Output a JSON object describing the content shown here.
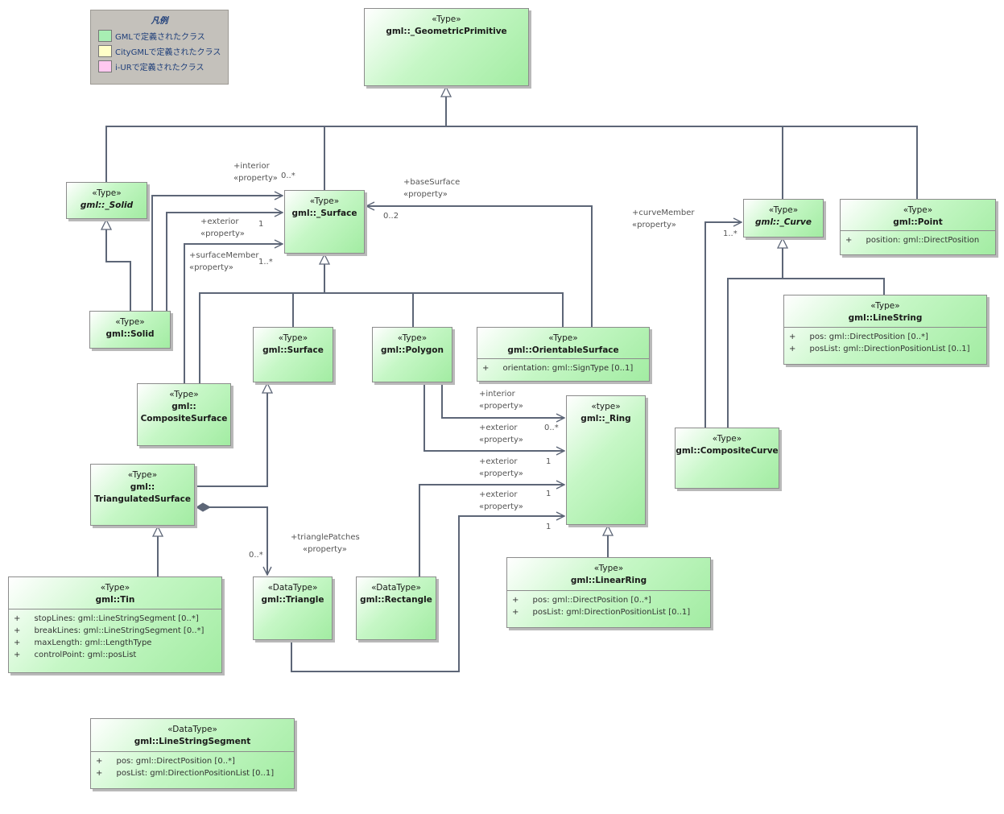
{
  "legend": {
    "title": "凡例",
    "items": [
      {
        "label": "GMLで定義されたクラス",
        "color": "#a8eeb3"
      },
      {
        "label": "CityGMLで定義されたクラス",
        "color": "#ffffc8"
      },
      {
        "label": "i-URで定義されたクラス",
        "color": "#ffc8f0"
      }
    ]
  },
  "classes": {
    "geometric_primitive": {
      "stereotype": "«Type»",
      "name": "gml::_GeometricPrimitive"
    },
    "abstract_solid": {
      "stereotype": "«Type»",
      "name": "gml::_Solid"
    },
    "abstract_surface": {
      "stereotype": "«Type»",
      "name": "gml::_Surface"
    },
    "abstract_curve": {
      "stereotype": "«Type»",
      "name": "gml::_Curve"
    },
    "point": {
      "stereotype": "«Type»",
      "name": "gml::Point",
      "attributes": [
        {
          "vis": "+",
          "text": "position: gml::DirectPosition"
        }
      ]
    },
    "line_string": {
      "stereotype": "«Type»",
      "name": "gml::LineString",
      "attributes": [
        {
          "vis": "+",
          "text": "pos: gml::DirectPosition [0..*]"
        },
        {
          "vis": "+",
          "text": "posList: gml::DirectionPositionList [0..1]"
        }
      ]
    },
    "solid": {
      "stereotype": "«Type»",
      "name": "gml::Solid"
    },
    "surface": {
      "stereotype": "«Type»",
      "name": "gml::Surface"
    },
    "polygon": {
      "stereotype": "«Type»",
      "name": "gml::Polygon"
    },
    "orientable_surface": {
      "stereotype": "«Type»",
      "name": "gml::OrientableSurface",
      "attributes": [
        {
          "vis": "+",
          "text": "orientation: gml::SignType [0..1]"
        }
      ]
    },
    "composite_surface": {
      "stereotype": "«Type»",
      "name_line1": "gml::",
      "name_line2": "CompositeSurface"
    },
    "ring": {
      "stereotype": "«type»",
      "name": "gml::_Ring"
    },
    "composite_curve": {
      "stereotype": "«Type»",
      "name": "gml::CompositeCurve"
    },
    "triangulated_surface": {
      "stereotype": "«Type»",
      "name_line1": "gml::",
      "name_line2": "TriangulatedSurface"
    },
    "tin": {
      "stereotype": "«Type»",
      "name": "gml::Tin",
      "attributes": [
        {
          "vis": "+",
          "text": "stopLines: gml::LineStringSegment [0..*]"
        },
        {
          "vis": "+",
          "text": "breakLines: gml::LineStringSegment [0..*]"
        },
        {
          "vis": "+",
          "text": "maxLength: gml::LengthType"
        },
        {
          "vis": "+",
          "text": "controlPoint: gml::posList"
        }
      ]
    },
    "triangle": {
      "stereotype": "«DataType»",
      "name": "gml::Triangle"
    },
    "rectangle": {
      "stereotype": "«DataType»",
      "name": "gml::Rectangle"
    },
    "linear_ring": {
      "stereotype": "«Type»",
      "name": "gml::LinearRing",
      "attributes": [
        {
          "vis": "+",
          "text": "pos: gml::DirectPosition [0..*]"
        },
        {
          "vis": "+",
          "text": "posList: gml:DirectionPositionList [0..1]"
        }
      ]
    },
    "line_string_segment": {
      "stereotype": "«DataType»",
      "name": "gml::LineStringSegment",
      "attributes": [
        {
          "vis": "+",
          "text": "pos: gml::DirectPosition [0..*]"
        },
        {
          "vis": "+",
          "text": "posList: gml:DirectionPositionList [0..1]"
        }
      ]
    }
  },
  "associations": {
    "solid_interior": {
      "role": "+interior",
      "stereo": "«property»",
      "mult": "0..*"
    },
    "solid_exterior": {
      "role": "+exterior",
      "stereo": "«property»",
      "mult": "1"
    },
    "composite_surface_member": {
      "role": "+surfaceMember",
      "stereo": "«property»",
      "mult": "1..*"
    },
    "base_surface": {
      "role": "+baseSurface",
      "stereo": "«property»",
      "mult": "0..2"
    },
    "curve_member": {
      "role": "+curveMember",
      "stereo": "«property»",
      "mult": "1..*"
    },
    "polygon_interior": {
      "role": "+interior",
      "stereo": "«property»",
      "mult": "0..*"
    },
    "polygon_exterior": {
      "role": "+exterior",
      "stereo": "«property»",
      "mult": "1"
    },
    "rectangle_exterior": {
      "role": "+exterior",
      "stereo": "«property»",
      "mult": "1"
    },
    "triangle_exterior": {
      "role": "+exterior",
      "stereo": "«property»",
      "mult": "1"
    },
    "triangle_patches": {
      "role": "+trianglePatches",
      "stereo": "«property»",
      "mult": "0..*"
    }
  }
}
